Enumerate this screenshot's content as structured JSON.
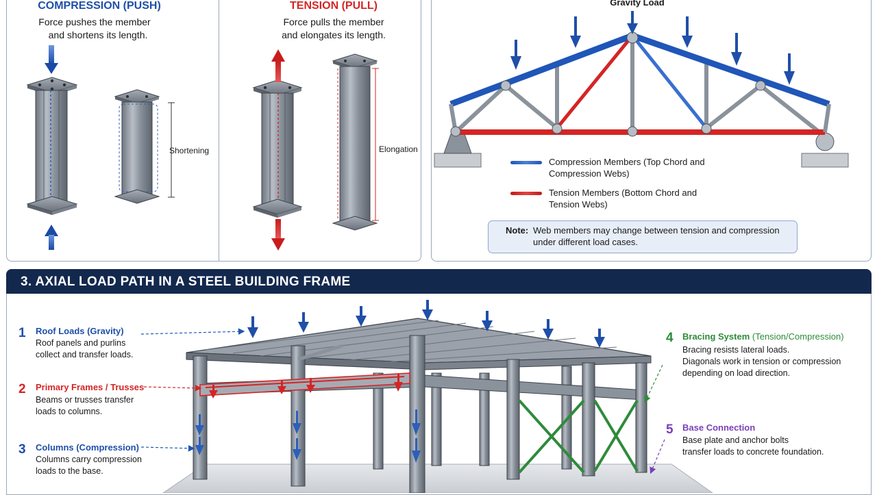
{
  "compression": {
    "title": "COMPRESSION (PUSH)",
    "desc_line1": "Force pushes the member",
    "desc_line2": "and shortens its length.",
    "dim_label": "Shortening"
  },
  "tension": {
    "title": "TENSION (PULL)",
    "desc_line1": "Force pulls the member",
    "desc_line2": "and elongates its length.",
    "dim_label": "Elongation"
  },
  "truss": {
    "load_label": "Gravity Load",
    "legend": [
      {
        "line1": "Compression Members (Top Chord and",
        "line2": "Compression Webs)",
        "color": "#1f56b8"
      },
      {
        "line1": "Tension Members (Bottom Chord and",
        "line2": "Tension Webs)",
        "color": "#d42525"
      }
    ],
    "note_label": "Note:",
    "note_line1": "Web members may change between tension and compression",
    "note_line2": "under different load cases."
  },
  "section3": {
    "header": "3.  AXIAL LOAD PATH IN A STEEL BUILDING FRAME",
    "items": [
      {
        "num": "1",
        "title": "Roof Loads (Gravity)",
        "line1": "Roof panels and purlins",
        "line2": "collect and transfer loads.",
        "line3": "",
        "color": "#1f4fa8"
      },
      {
        "num": "2",
        "title": "Primary Frames / Trusses",
        "line1": "Beams or trusses transfer",
        "line2": "loads to columns.",
        "line3": "",
        "color": "#d42525"
      },
      {
        "num": "3",
        "title": "Columns (Compression)",
        "line1": "Columns carry compression",
        "line2": "loads to the base.",
        "line3": "",
        "color": "#1f4fa8"
      },
      {
        "num": "4",
        "title": "Bracing System",
        "title_suffix": "(Tension/Compression)",
        "line1": "Bracing resists lateral loads.",
        "line2": "Diagonals work in tension or compression",
        "line3": "depending on load direction.",
        "color": "#2e8b3a"
      },
      {
        "num": "5",
        "title": "Base Connection",
        "line1": "Base plate and anchor bolts",
        "line2": "transfer loads to concrete foundation.",
        "line3": "",
        "color": "#7a3fb8"
      }
    ]
  },
  "colors": {
    "navy_header": "#13284d",
    "compression_blue": "#1f56b8",
    "tension_red": "#d42525",
    "bracing_green": "#2e8b3a",
    "base_purple": "#7a3fb8",
    "steel_gray": "#6b7280"
  }
}
